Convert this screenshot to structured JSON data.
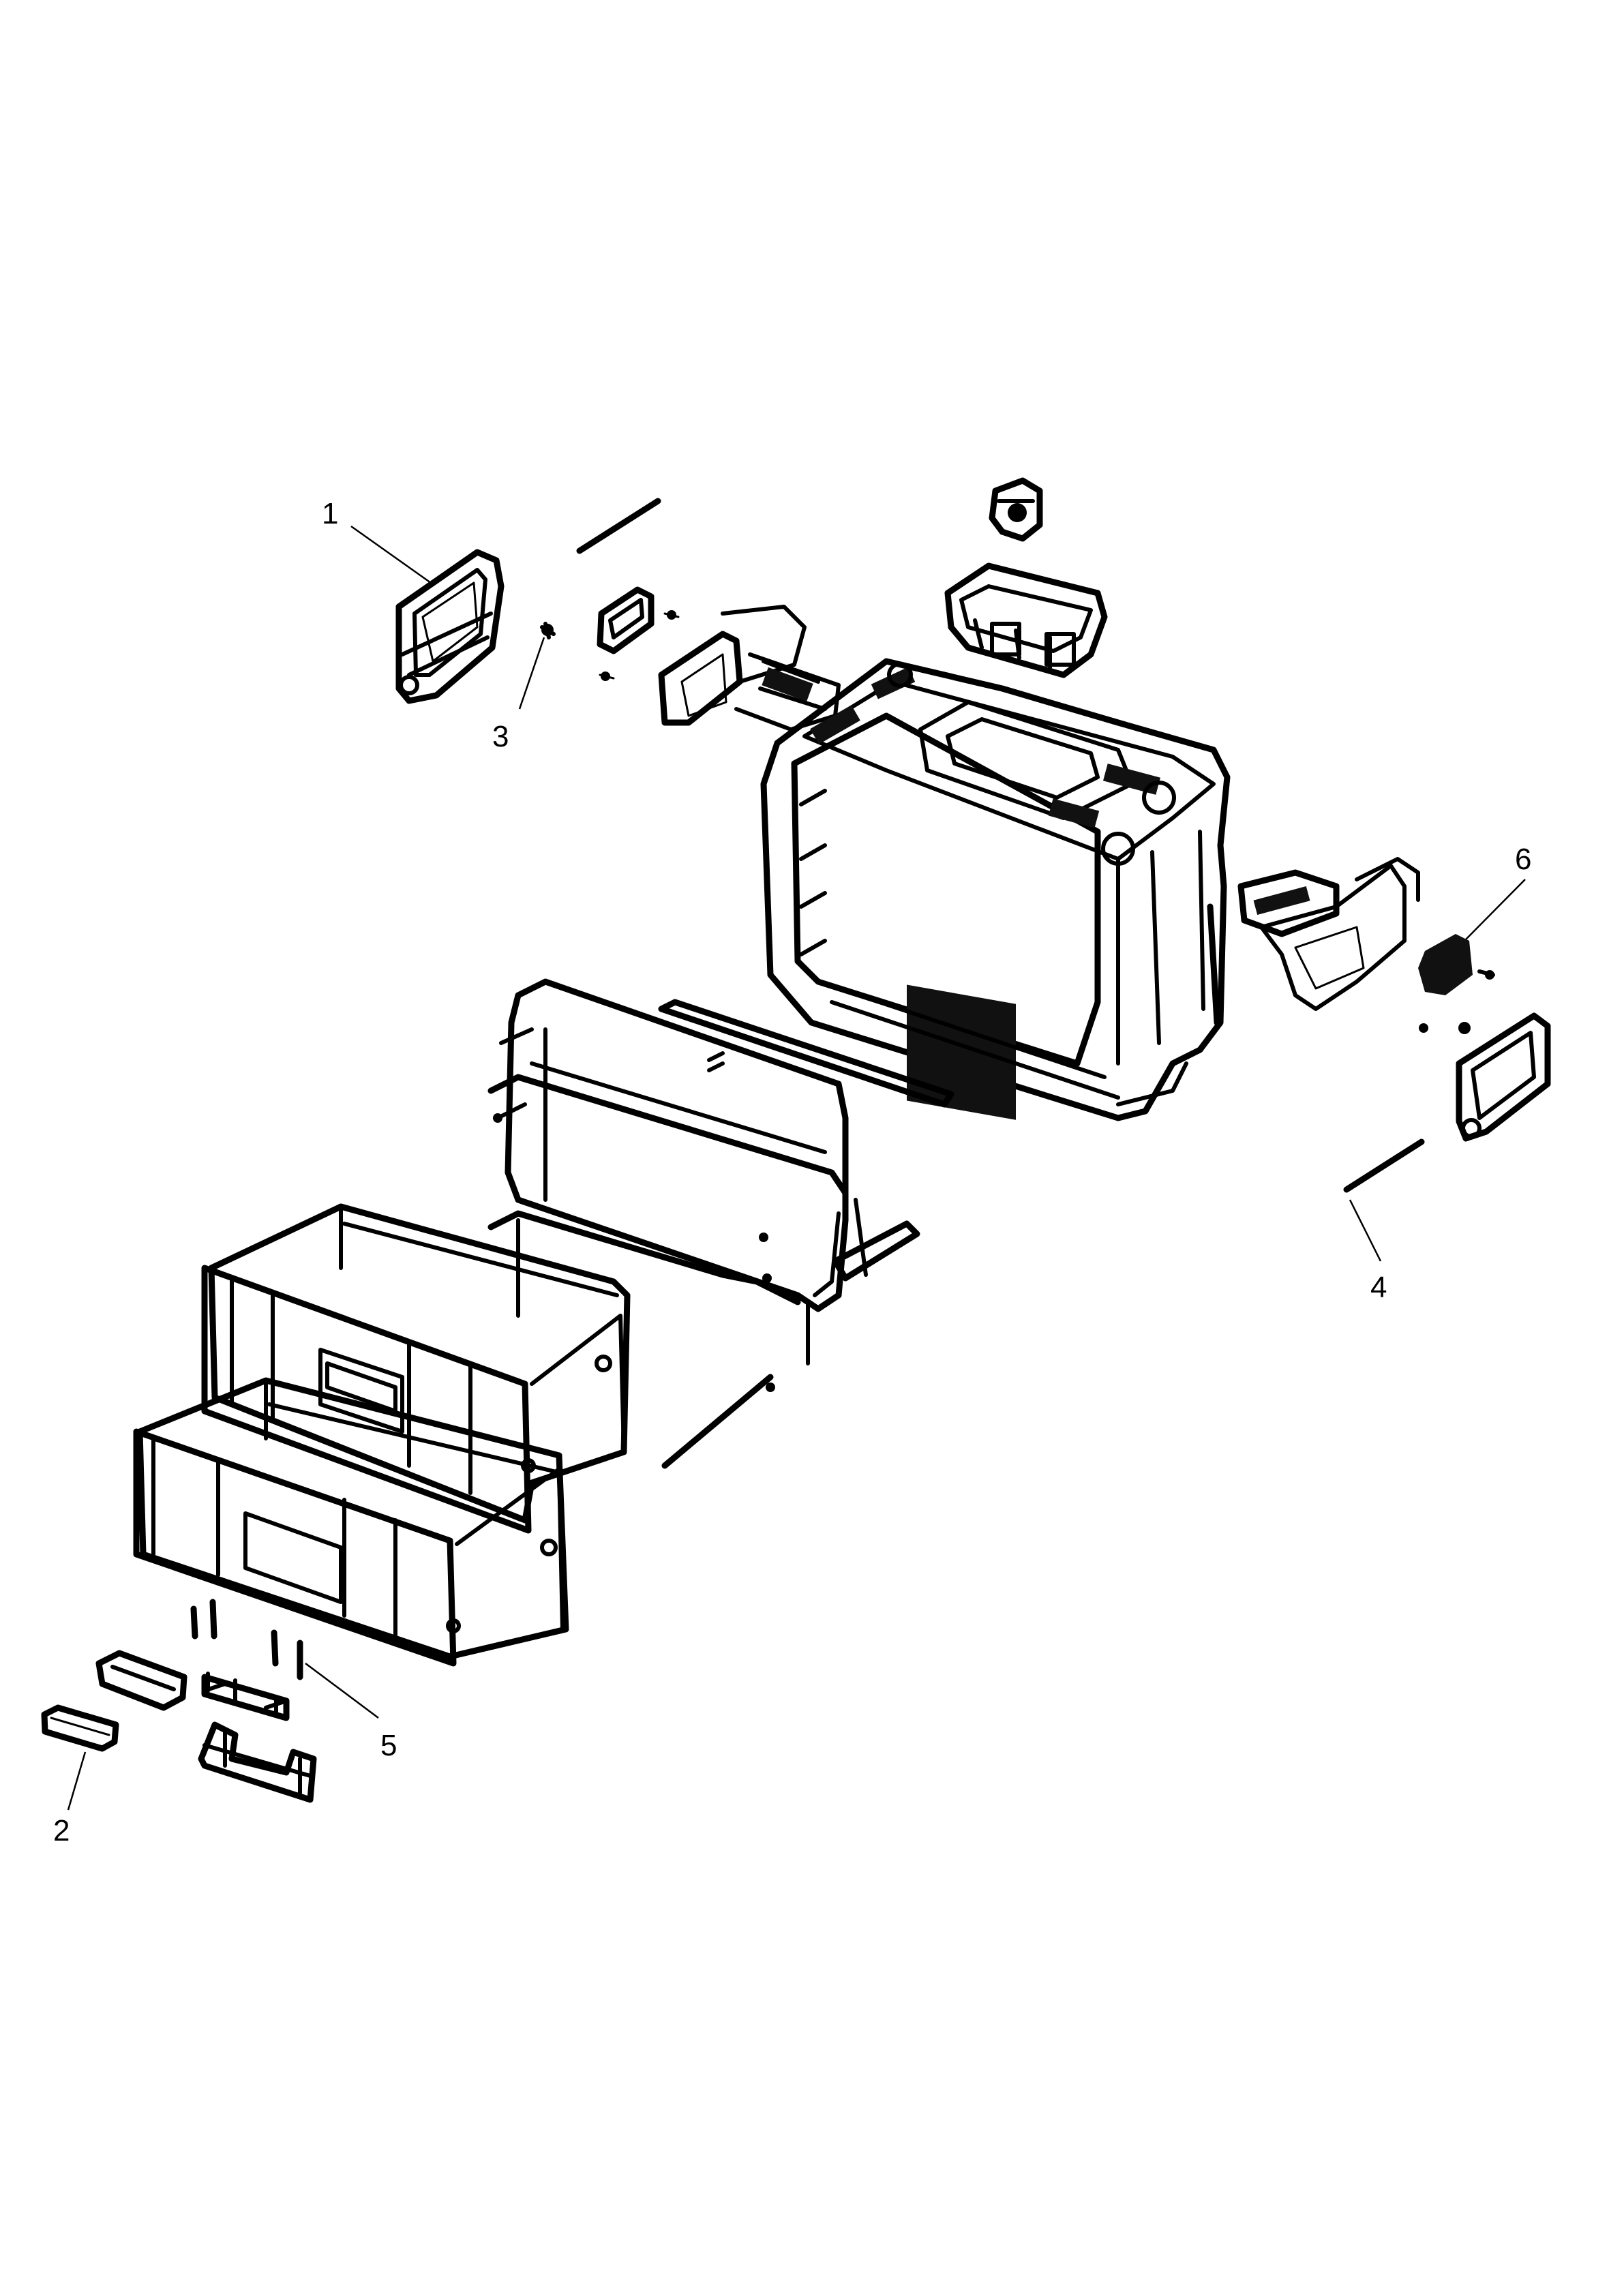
{
  "diagram": {
    "type": "exploded-parts-view",
    "callouts": [
      {
        "id": "1",
        "label": "1"
      },
      {
        "id": "2",
        "label": "2"
      },
      {
        "id": "3",
        "label": "3"
      },
      {
        "id": "4",
        "label": "4"
      },
      {
        "id": "5",
        "label": "5"
      },
      {
        "id": "6",
        "label": "6"
      }
    ]
  }
}
